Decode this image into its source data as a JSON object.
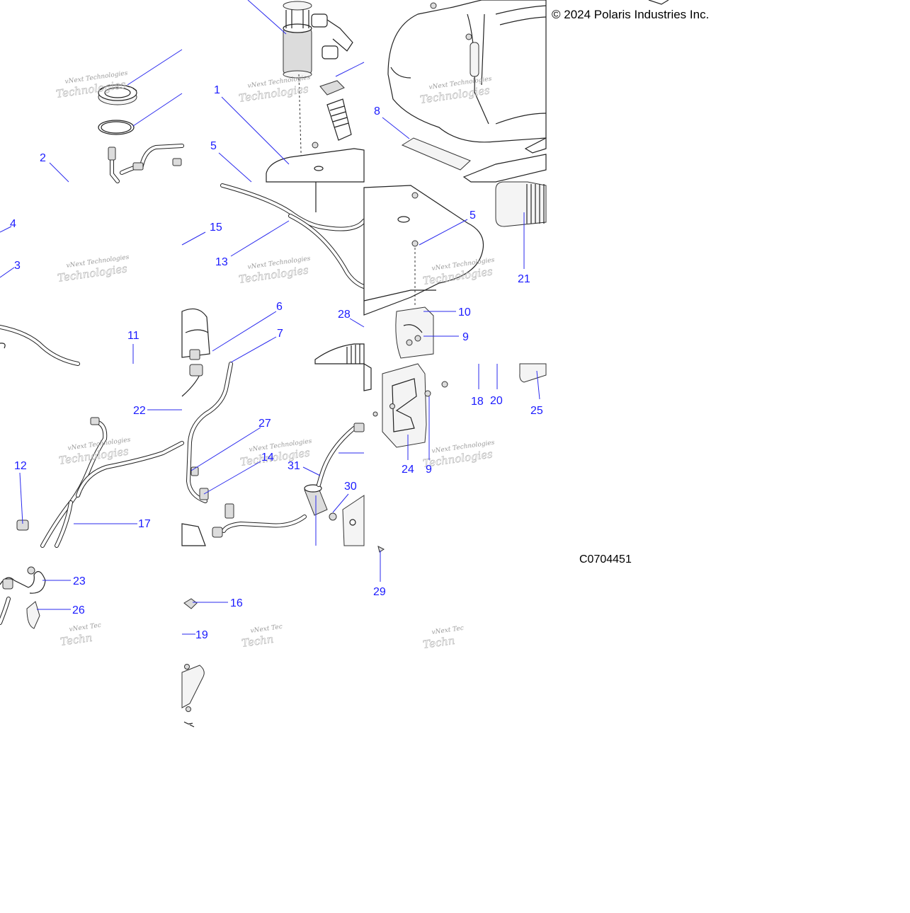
{
  "copyright": "© 2024 Polaris Industries Inc.",
  "diagram_code": "C0704451",
  "watermark_text": "vNext Technologies",
  "colors": {
    "callout": "#1a1aff",
    "leader": "#2a2aee",
    "outline": "#222222"
  },
  "callouts": [
    {
      "id": "c1",
      "label": "1"
    },
    {
      "id": "c2",
      "label": "2"
    },
    {
      "id": "c3",
      "label": "3"
    },
    {
      "id": "c4",
      "label": "4"
    },
    {
      "id": "c5a",
      "label": "5"
    },
    {
      "id": "c5b",
      "label": "5"
    },
    {
      "id": "c6",
      "label": "6"
    },
    {
      "id": "c7",
      "label": "7"
    },
    {
      "id": "c8",
      "label": "8"
    },
    {
      "id": "c9a",
      "label": "9"
    },
    {
      "id": "c9b",
      "label": "9"
    },
    {
      "id": "c10",
      "label": "10"
    },
    {
      "id": "c11",
      "label": "11"
    },
    {
      "id": "c12",
      "label": "12"
    },
    {
      "id": "c13",
      "label": "13"
    },
    {
      "id": "c14",
      "label": "14"
    },
    {
      "id": "c15",
      "label": "15"
    },
    {
      "id": "c16",
      "label": "16"
    },
    {
      "id": "c17",
      "label": "17"
    },
    {
      "id": "c18",
      "label": "18"
    },
    {
      "id": "c19",
      "label": "19"
    },
    {
      "id": "c20",
      "label": "20"
    },
    {
      "id": "c21",
      "label": "21"
    },
    {
      "id": "c22",
      "label": "22"
    },
    {
      "id": "c23",
      "label": "23"
    },
    {
      "id": "c24",
      "label": "24"
    },
    {
      "id": "c25",
      "label": "25"
    },
    {
      "id": "c26",
      "label": "26"
    },
    {
      "id": "c27",
      "label": "27"
    },
    {
      "id": "c28",
      "label": "28"
    },
    {
      "id": "c29",
      "label": "29"
    },
    {
      "id": "c30",
      "label": "30"
    },
    {
      "id": "c31",
      "label": "31"
    }
  ]
}
